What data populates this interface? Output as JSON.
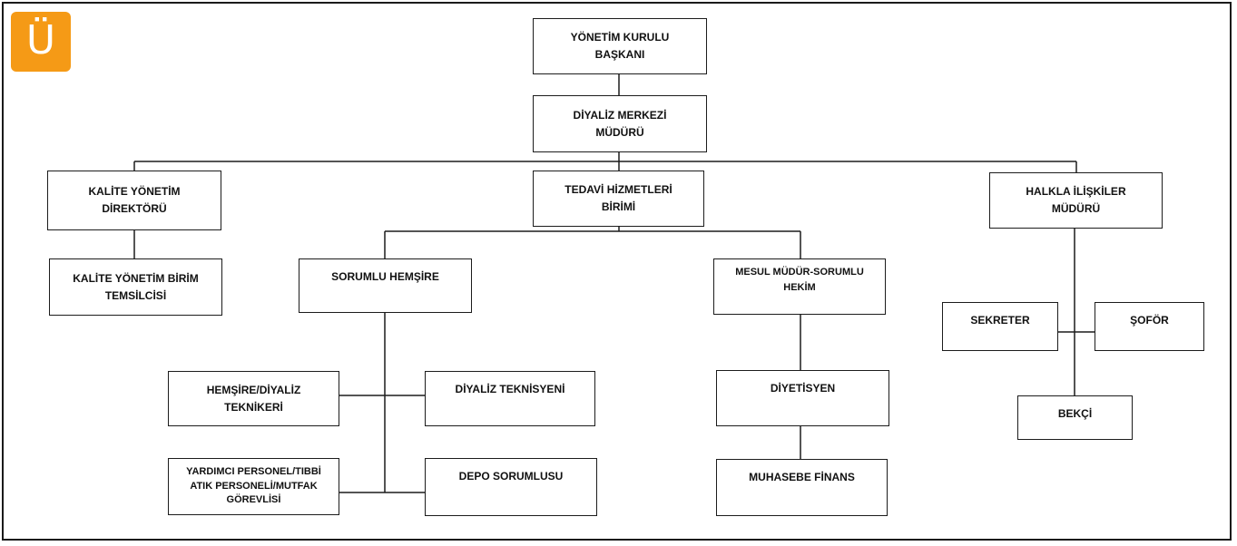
{
  "logo": {
    "text": "Ü",
    "color": "#f59a16"
  },
  "nodes": {
    "yonetim": "YÖNETİM KURULU\nBAŞKANI",
    "diyaliz_muduru": "DİYALİZ MERKEZİ\nMÜDÜRÜ",
    "kalite_direktoru": "KALİTE YÖNETİM\nDİREKTÖRÜ",
    "tedavi": "TEDAVİ HİZMETLERİ\nBİRİMİ",
    "halkla": "HALKLA İLİŞKİLER\nMÜDÜRÜ",
    "kalite_temsilci": "KALİTE YÖNETİM BİRİM\nTEMSİLCİSİ",
    "sorumlu_hemsire": "SORUMLU HEMŞİRE",
    "mesul_mudur": "MESUL MÜDÜR-SORUMLU\nHEKİM",
    "sekreter": "SEKRETER",
    "sofor": "ŞOFÖR",
    "bekci": "BEKÇİ",
    "hemsire_teknikeri": "HEMŞİRE/DİYALİZ\nTEKNİKERİ",
    "diyaliz_teknisyeni": "DİYALİZ TEKNİSYENİ",
    "diyetisyen": "DİYETİSYEN",
    "yardimci": "YARDIMCI PERSONEL/TIBBİ\nATIK PERSONELİ/MUTFAK\nGÖREVLİSİ",
    "depo": "DEPO SORUMLUSU",
    "muhasebe": "MUHASEBE FİNANS"
  }
}
